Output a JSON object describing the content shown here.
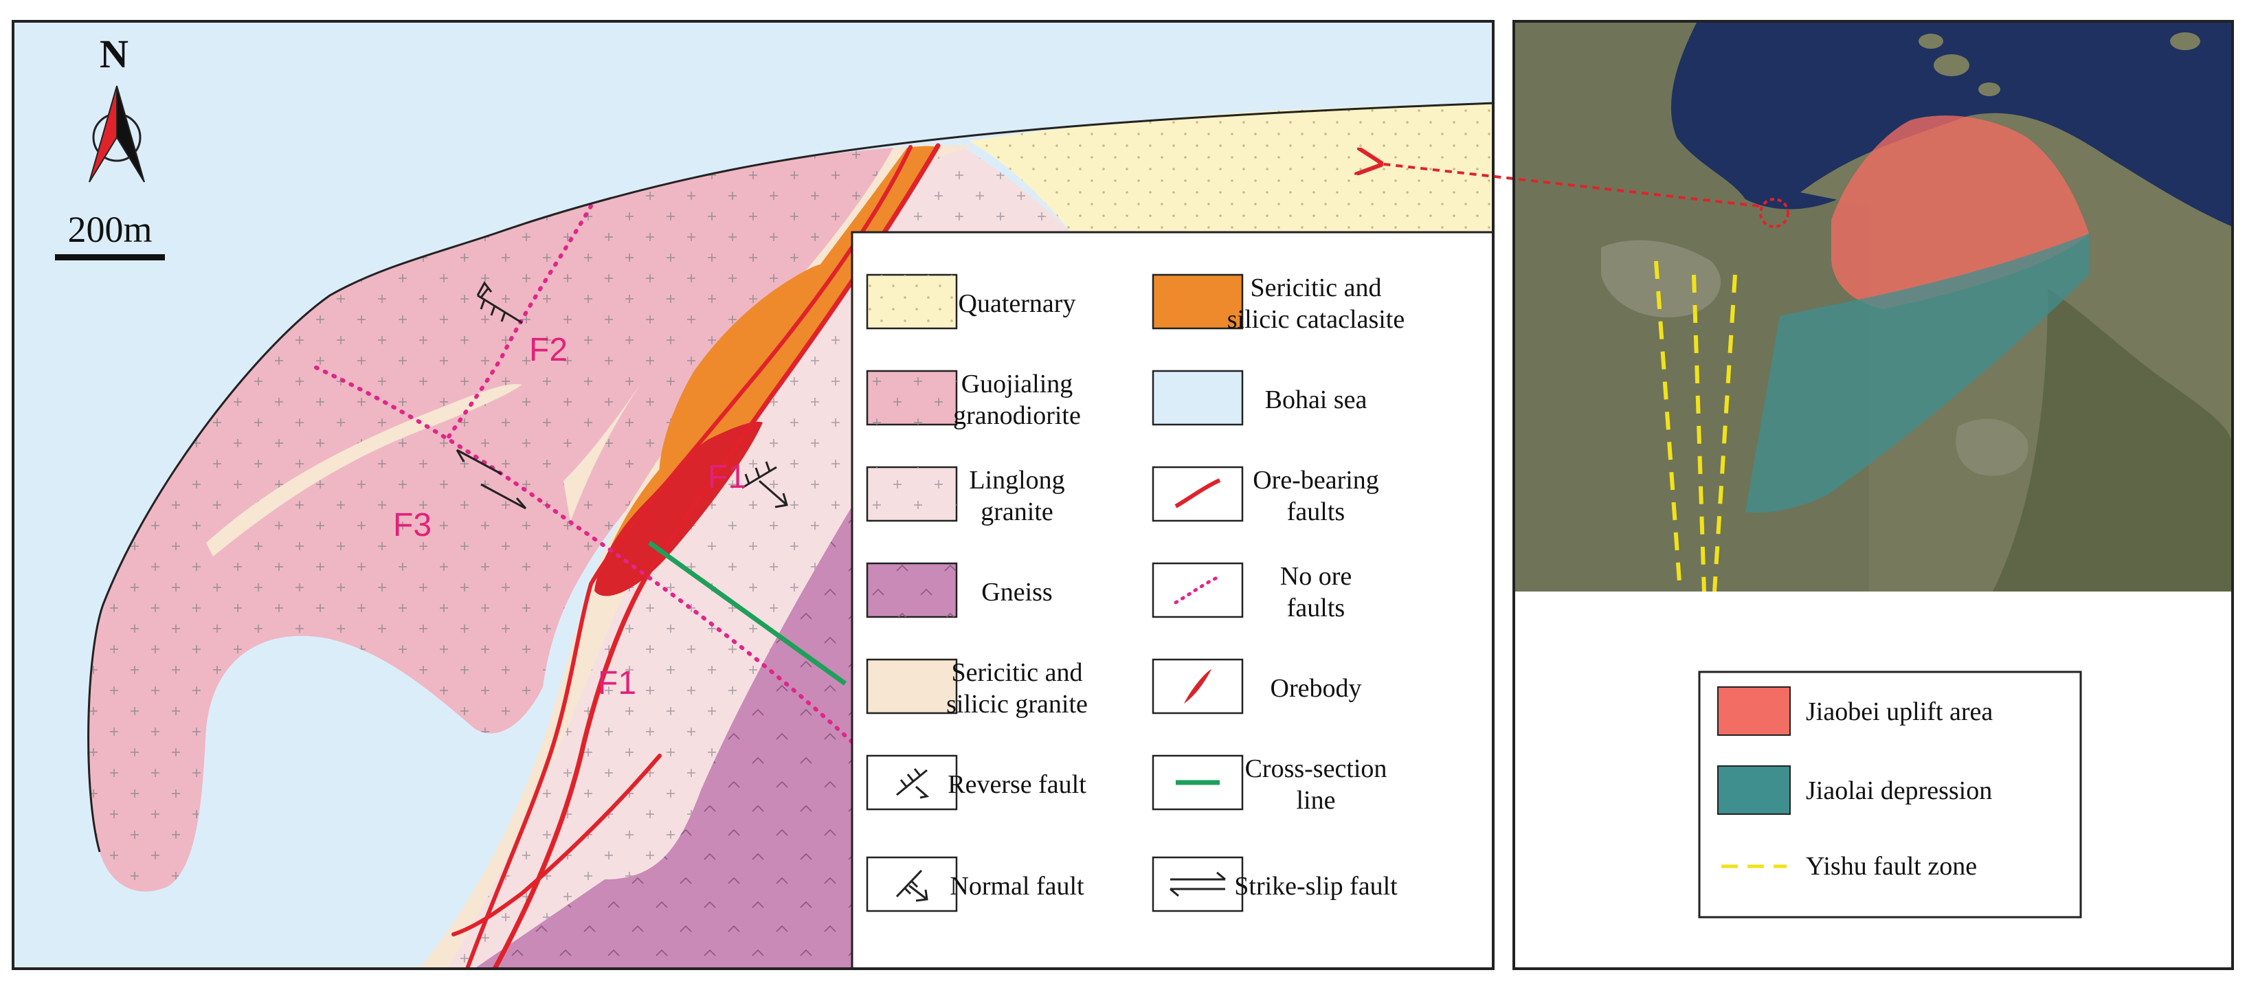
{
  "colors": {
    "quaternary": "#fbf3c6",
    "granodiorite": "#efb7c3",
    "linglong": "#f6dfe1",
    "gneiss": "#c98ab7",
    "sericitic_granite": "#f6e6d2",
    "cataclasite": "#ee8a2b",
    "bohai_sea": "#dcedfa",
    "ore_fault": "#e0222b",
    "no_ore_fault": "#e0268a",
    "orebody": "#d8242a",
    "cross_section": "#1ea05a",
    "fault_label": "#e0227a",
    "jiaobei_uplift": "#f26d63",
    "jiaolai_depression": "#3f8f8f",
    "yishu_fault": "#f2e21a"
  },
  "map": {
    "north_label": "N",
    "scale_label": "200m",
    "fault_labels": {
      "f1_upper": "F1",
      "f1_lower": "F1",
      "f2": "F2",
      "f3": "F3"
    }
  },
  "legend": {
    "items": [
      {
        "key": "quaternary",
        "lines": [
          "Quaternary"
        ]
      },
      {
        "key": "cataclasite",
        "lines": [
          "Sericitic and",
          "silicic cataclasite"
        ]
      },
      {
        "key": "granodiorite",
        "lines": [
          "Guojialing",
          "granodiorite"
        ]
      },
      {
        "key": "bohai_sea",
        "lines": [
          "Bohai sea"
        ]
      },
      {
        "key": "linglong",
        "lines": [
          "Linglong",
          "granite"
        ]
      },
      {
        "key": "ore_fault",
        "lines": [
          "Ore-bearing",
          "faults"
        ]
      },
      {
        "key": "gneiss",
        "lines": [
          "Gneiss"
        ]
      },
      {
        "key": "no_ore_fault",
        "lines": [
          "No ore",
          "faults"
        ]
      },
      {
        "key": "sericitic_granite",
        "lines": [
          "Sericitic and",
          "silicic granite"
        ]
      },
      {
        "key": "orebody",
        "lines": [
          "Orebody"
        ]
      },
      {
        "key": "reverse_fault",
        "lines": [
          "Reverse fault"
        ]
      },
      {
        "key": "cross_section",
        "lines": [
          "Cross-section",
          "line"
        ]
      },
      {
        "key": "normal_fault",
        "lines": [
          "Normal fault"
        ]
      },
      {
        "key": "strike_slip",
        "lines": [
          "Strike-slip fault"
        ]
      }
    ]
  },
  "inset_legend": {
    "items": [
      {
        "key": "jiaobei_uplift",
        "label": "Jiaobei uplift area"
      },
      {
        "key": "jiaolai_depression",
        "label": "Jiaolai depression"
      },
      {
        "key": "yishu_fault",
        "label": "Yishu fault zone"
      }
    ]
  }
}
